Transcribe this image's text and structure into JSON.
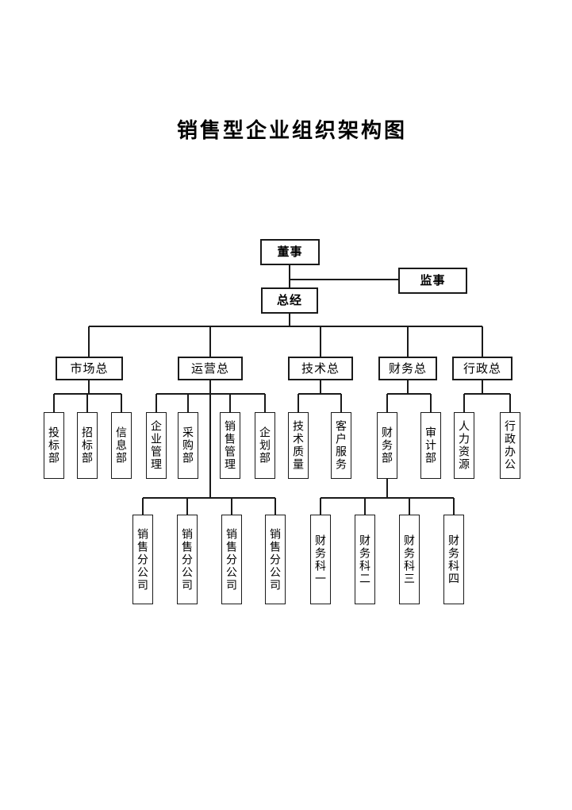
{
  "page": {
    "background": "#ffffff",
    "line_color": "#1a1a1a"
  },
  "title": "销售型企业组织架构图",
  "org": {
    "board": "董事",
    "supervisor": "监事",
    "general_manager": "总经",
    "divisions": [
      {
        "label": "市场总",
        "departments": [
          "投标部",
          "招标部",
          "信息部"
        ]
      },
      {
        "label": "运营总",
        "departments": [
          "企业管理",
          "采购部",
          "销售管理",
          "企划部"
        ],
        "branches": [
          "销售分公司",
          "销售分公司",
          "销售分公司",
          "销售分公司"
        ]
      },
      {
        "label": "技术总",
        "departments": [
          "技术质量",
          "客户服务"
        ]
      },
      {
        "label": "财务总",
        "departments": [
          "财务部",
          "审计部"
        ],
        "sections": [
          "财务科一",
          "财务科二",
          "财务科三",
          "财务科四"
        ]
      },
      {
        "label": "行政总",
        "departments": [
          "人力资源",
          "行政办公"
        ]
      }
    ]
  }
}
